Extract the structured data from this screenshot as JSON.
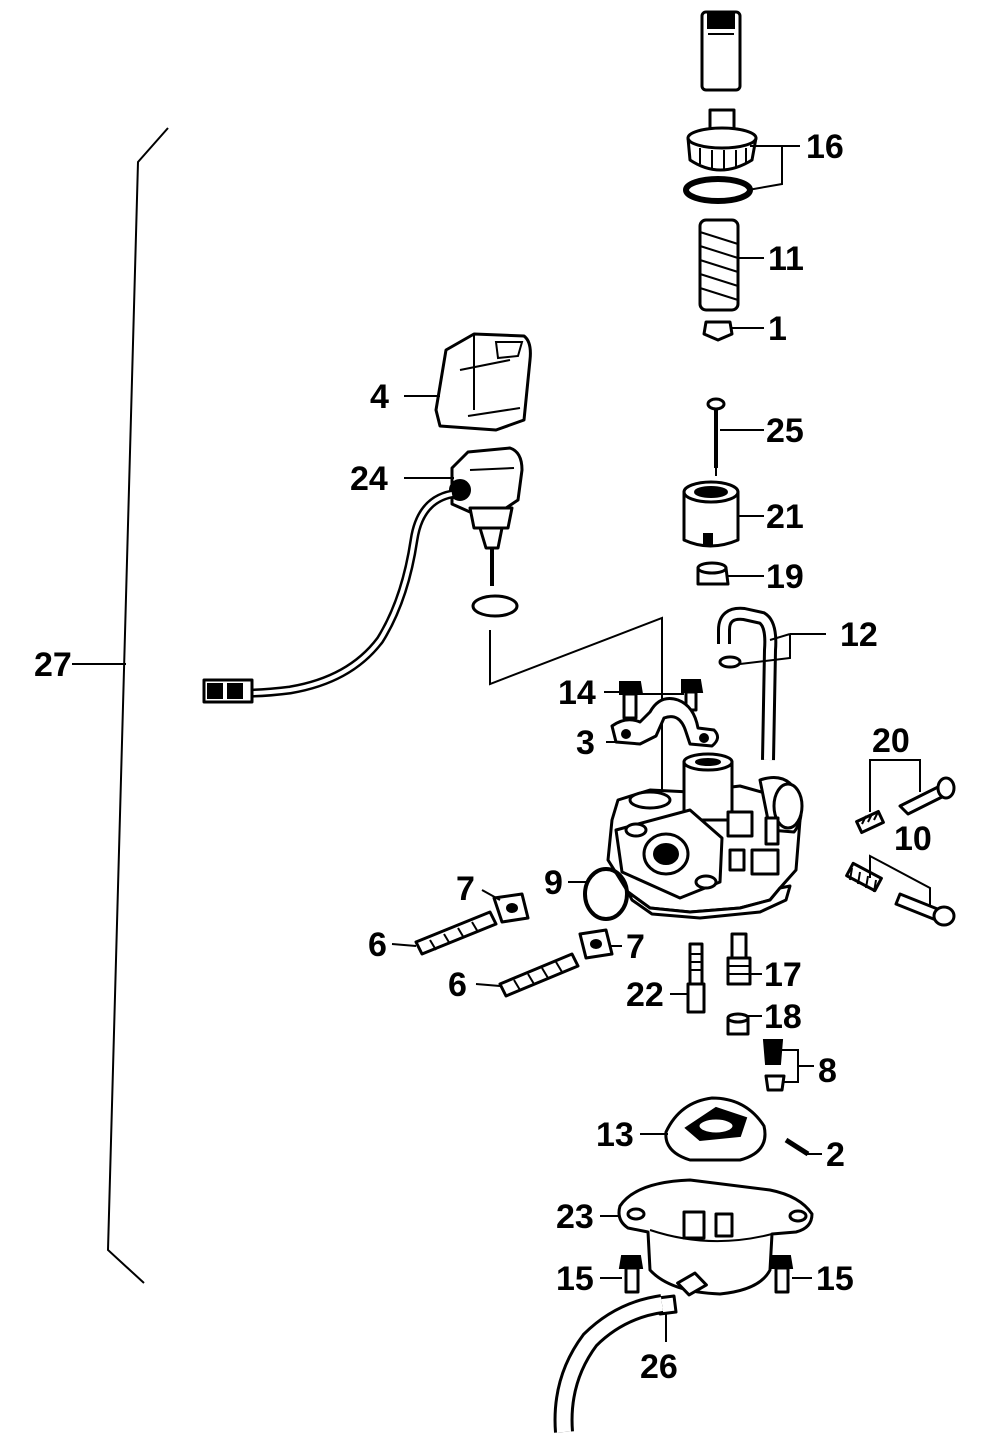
{
  "labels": {
    "p1": "1",
    "p2": "2",
    "p3": "3",
    "p4": "4",
    "p6a": "6",
    "p6b": "6",
    "p7a": "7",
    "p7b": "7",
    "p8": "8",
    "p9": "9",
    "p10": "10",
    "p11": "11",
    "p12": "12",
    "p13": "13",
    "p14": "14",
    "p15a": "15",
    "p15b": "15",
    "p16": "16",
    "p17": "17",
    "p18": "18",
    "p19": "19",
    "p20": "20",
    "p21": "21",
    "p22": "22",
    "p23": "23",
    "p24": "24",
    "p25": "25",
    "p26": "26",
    "p27": "27"
  }
}
